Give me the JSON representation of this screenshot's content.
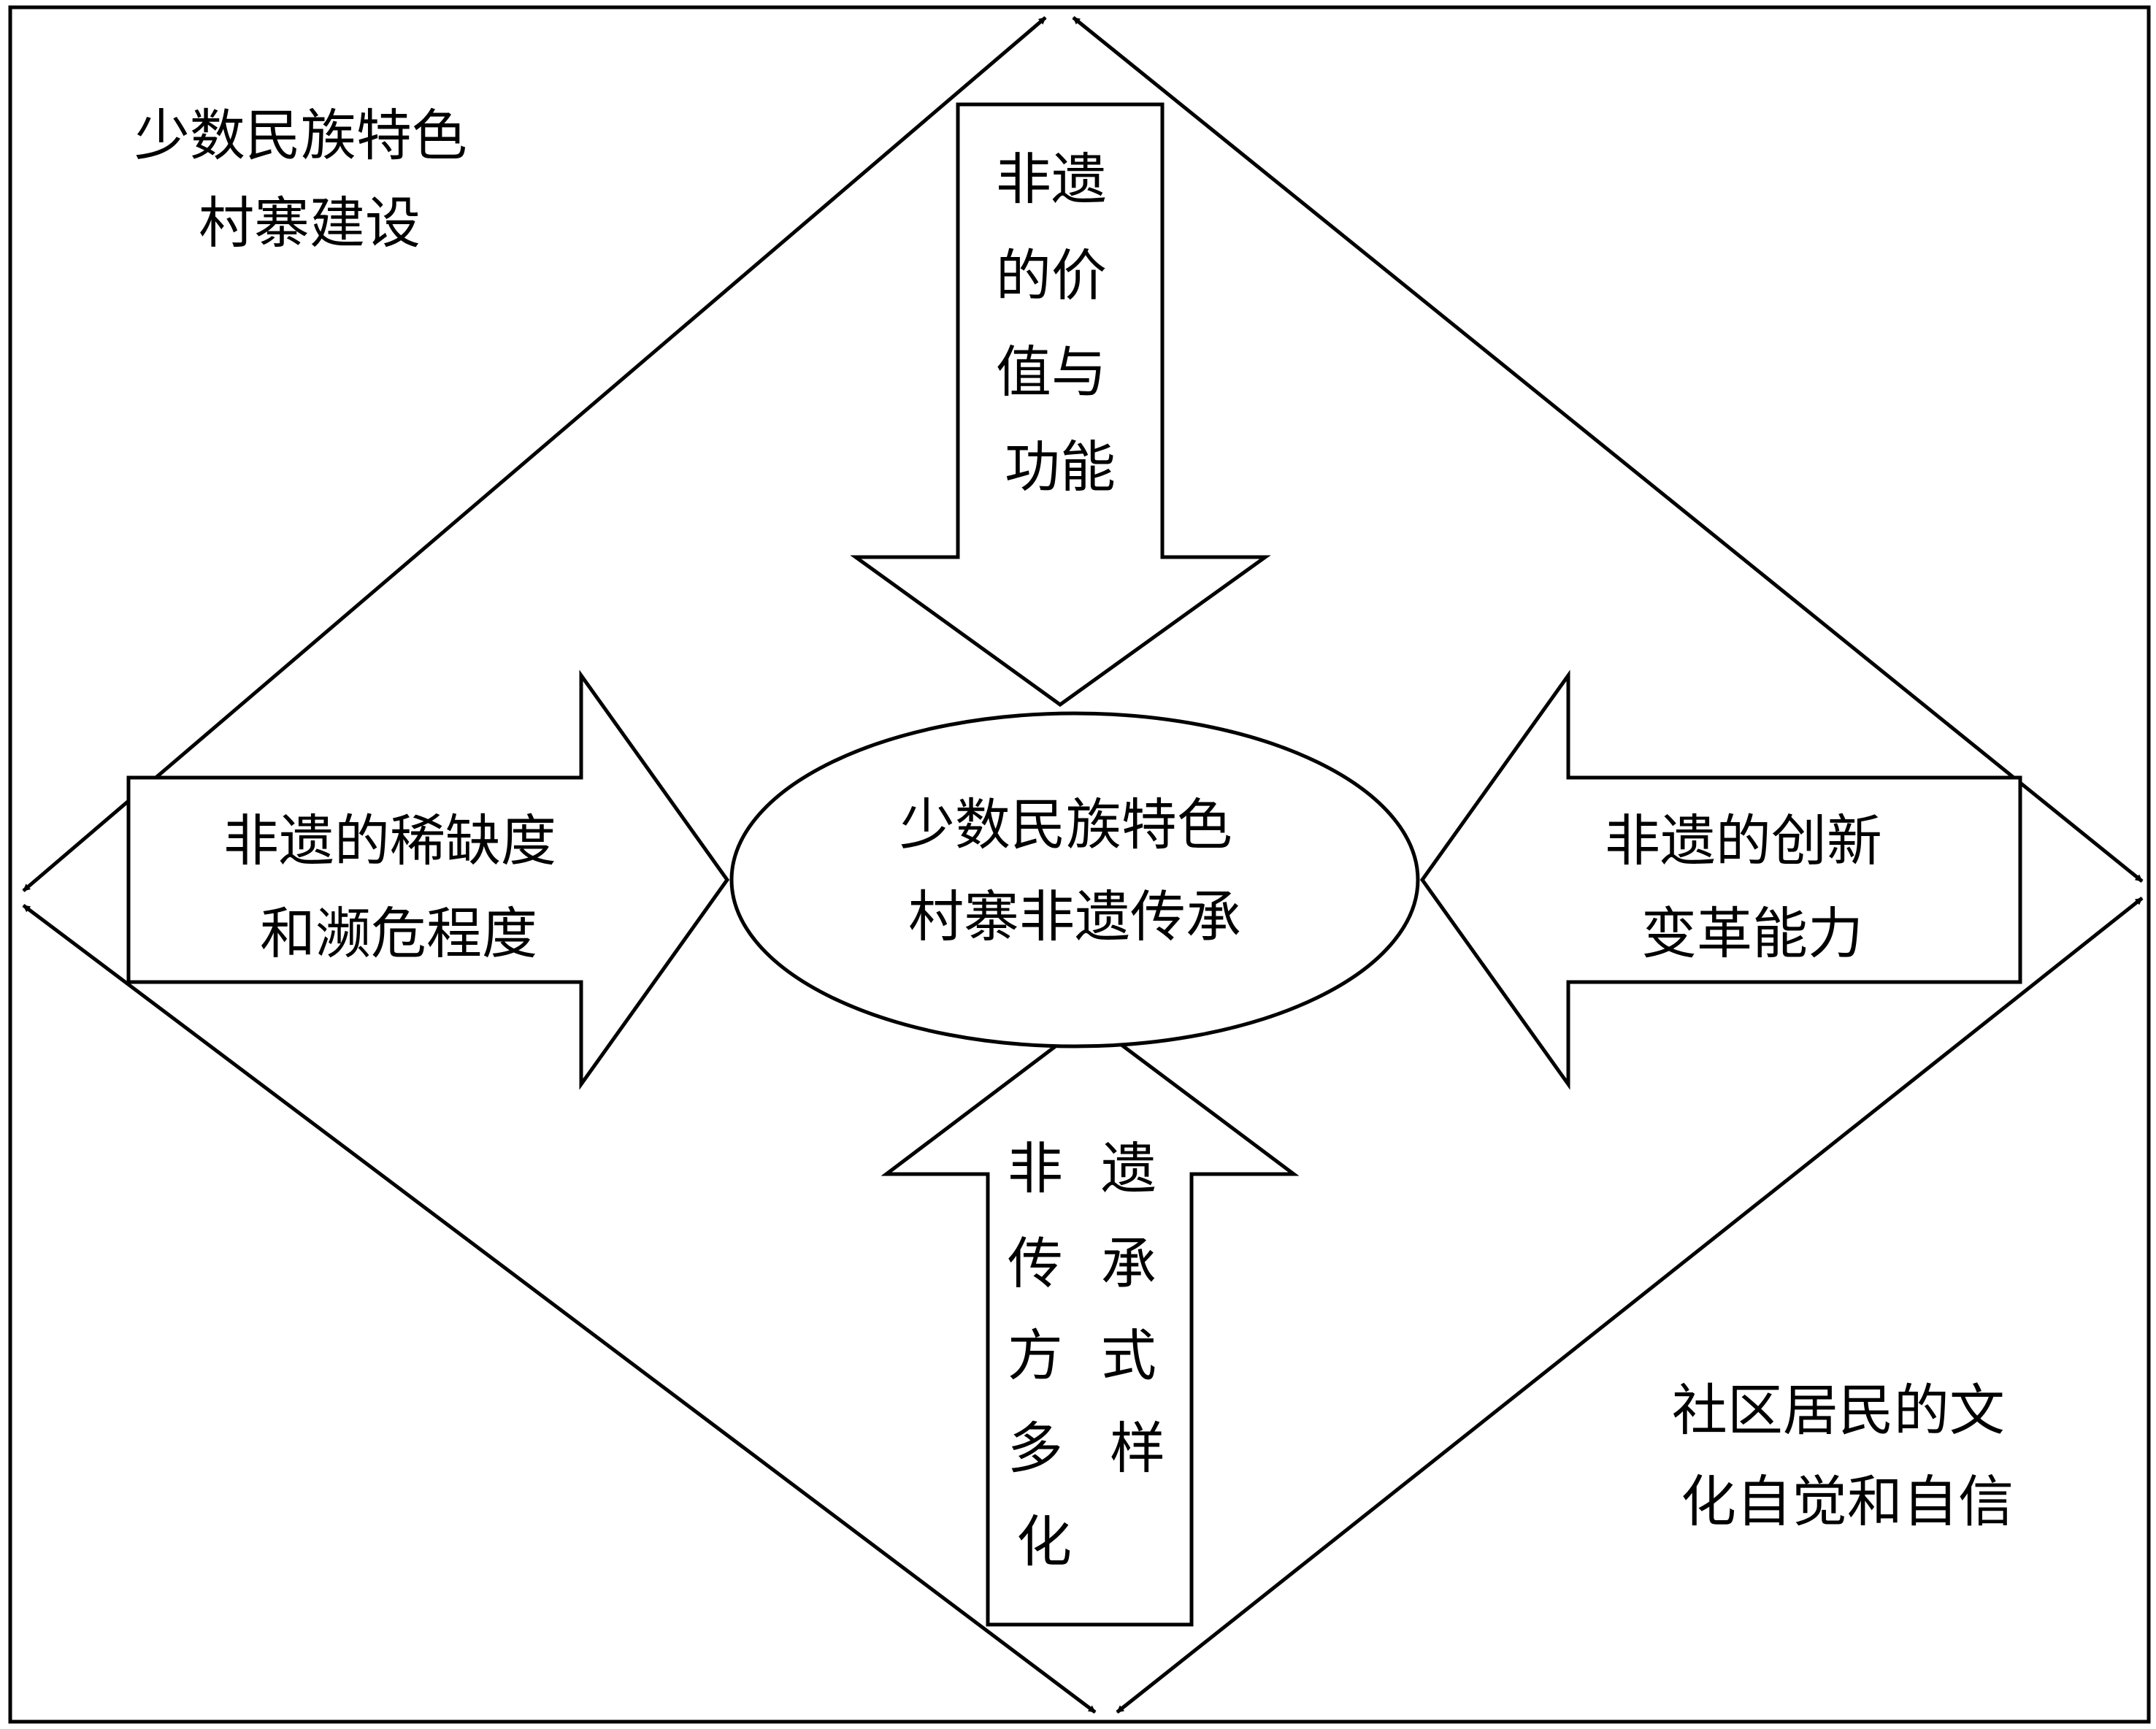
{
  "diagram": {
    "corner_top_left": [
      "少数民族特色",
      "村寨建设"
    ],
    "corner_bottom_right": [
      "社区居民的文",
      "化自觉和自信"
    ],
    "center": [
      "少数民族特色",
      "村寨非遗传承"
    ],
    "arrow_top": [
      "非遗",
      "的价",
      "值与",
      "功能"
    ],
    "arrow_left": [
      "非遗的稀缺度",
      "和濒危程度"
    ],
    "arrow_right": [
      "非遗的创新",
      "变革能力"
    ],
    "arrow_bottom_col1": [
      "非",
      "传",
      "方",
      "多",
      "化"
    ],
    "arrow_bottom_col2": [
      "遗",
      "承",
      "式",
      "样"
    ]
  },
  "colors": {
    "stroke": "#000000",
    "background": "#ffffff"
  }
}
